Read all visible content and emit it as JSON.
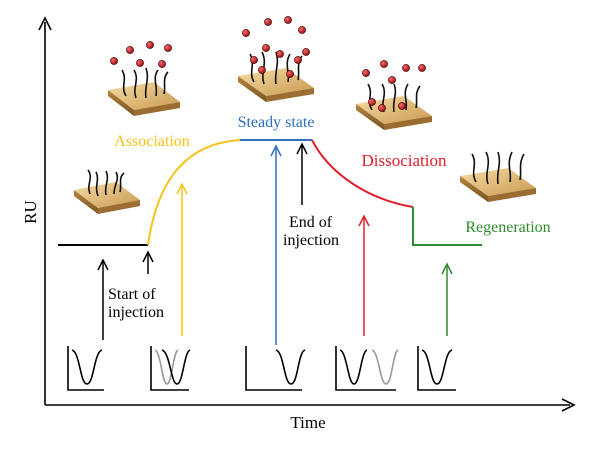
{
  "axes": {
    "x_label": "Time",
    "y_label": "RU"
  },
  "phases": {
    "association": "Association",
    "steady_state": "Steady state",
    "dissociation": "Dissociation",
    "regeneration": "Regeneration"
  },
  "annotations": {
    "start_line1": "Start of",
    "start_line2": "injection",
    "end_line1": "End of",
    "end_line2": "injection"
  },
  "colors": {
    "association": "#f2c318",
    "steady_state": "#2e6fc0",
    "dissociation": "#e0202a",
    "regeneration": "#2e8b2e",
    "baseline": "#000000",
    "molecule": "#c8101a",
    "chip": "#d9b070"
  },
  "icons": [
    "sensor-chip-icon",
    "dip-curve-icon",
    "molecule-icon"
  ]
}
